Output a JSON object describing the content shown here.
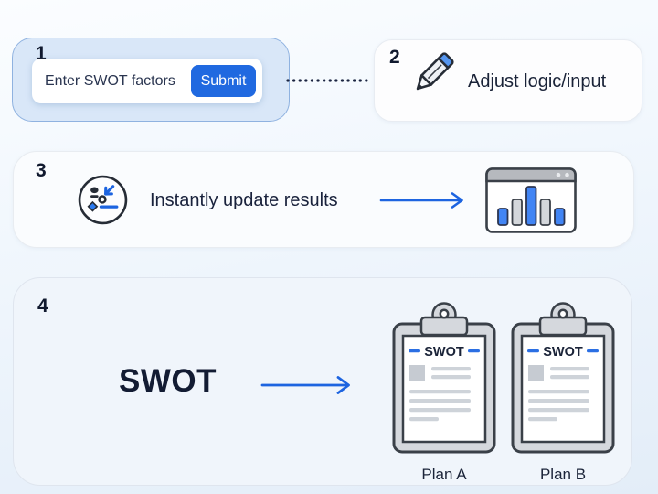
{
  "palette": {
    "accent_blue": "#1d64e0",
    "submit_blue": "#2069e0",
    "icon_blue": "#4285f4",
    "navy_text": "#1a2338",
    "card1_bg": "#d9e7f8",
    "card1_border": "#8fb2e0",
    "clipboard_gray": "#d5d8dd",
    "outline_dark": "#3a4048"
  },
  "step1": {
    "number": "1",
    "input_value": "Enter SWOT factors",
    "submit_label": "Submit"
  },
  "step2": {
    "number": "2",
    "icon": "pencil-icon",
    "label": "Adjust logic/input"
  },
  "step3": {
    "number": "3",
    "icon": "instant-update-icon",
    "label": "Instantly update results",
    "result_icon": "bar-chart-window-icon"
  },
  "step4": {
    "number": "4",
    "label": "SWOT",
    "clipboards": [
      {
        "title": "SWOT",
        "caption": "Plan A"
      },
      {
        "title": "SWOT",
        "caption": "Plan B"
      }
    ]
  }
}
